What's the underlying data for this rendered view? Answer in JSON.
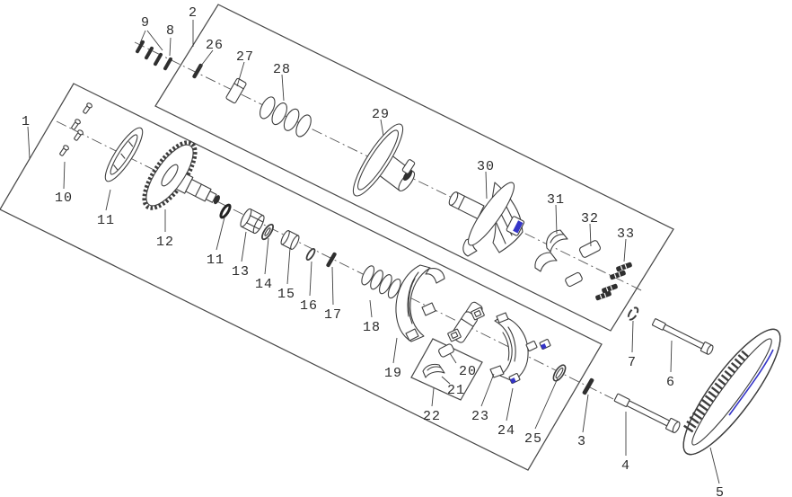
{
  "colors": {
    "line": "#3d3d3d",
    "accent": "#3434c8",
    "background": "#ffffff"
  },
  "callouts": [
    {
      "label": "1"
    },
    {
      "label": "2"
    },
    {
      "label": "3"
    },
    {
      "label": "4"
    },
    {
      "label": "5"
    },
    {
      "label": "6"
    },
    {
      "label": "7"
    },
    {
      "label": "8"
    },
    {
      "label": "9"
    },
    {
      "label": "10"
    },
    {
      "label": "11"
    },
    {
      "label": "12"
    },
    {
      "label": "11"
    },
    {
      "label": "13"
    },
    {
      "label": "14"
    },
    {
      "label": "15"
    },
    {
      "label": "16"
    },
    {
      "label": "17"
    },
    {
      "label": "18"
    },
    {
      "label": "19"
    },
    {
      "label": "20"
    },
    {
      "label": "21"
    },
    {
      "label": "22"
    },
    {
      "label": "23"
    },
    {
      "label": "24"
    },
    {
      "label": "25"
    },
    {
      "label": "26"
    },
    {
      "label": "27"
    },
    {
      "label": "28"
    },
    {
      "label": "29"
    },
    {
      "label": "30"
    },
    {
      "label": "31"
    },
    {
      "label": "32"
    },
    {
      "label": "33"
    }
  ]
}
